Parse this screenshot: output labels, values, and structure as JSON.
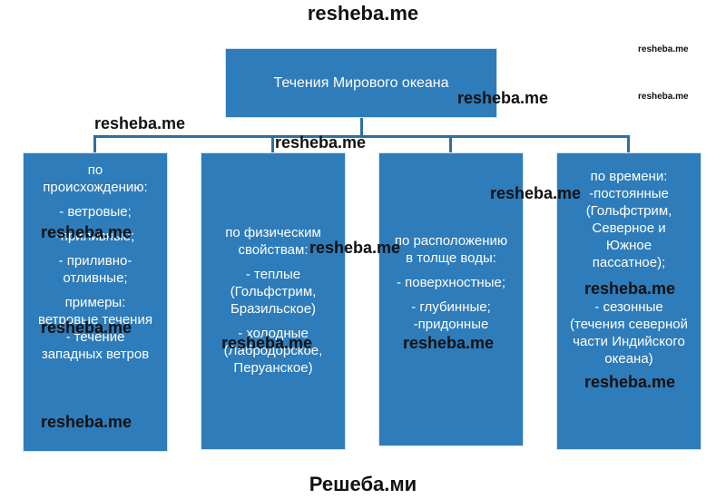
{
  "watermarks": {
    "top": "resheba.me",
    "bottom": "Решеба.ми",
    "overlay": "resheba.me"
  },
  "diagram": {
    "root": "Течения Мирового океана",
    "branches": [
      {
        "items": [
          "по\nпроисхождению:",
          "- ветровые;",
          "-приливные;",
          "- приливно-\nотливные;",
          "примеры:\nветровые течения\n- течение\nзападных ветров"
        ]
      },
      {
        "items": [
          "по физическим\nсвойствам:",
          "- теплые\n(Гольфстрим,\nБразильское)",
          "- холодные\n(Лабродорское,\nПеруанское)"
        ]
      },
      {
        "items": [
          "по расположению\nв толще воды:",
          "- поверхностные;",
          "- глубинные;\n-придонные"
        ]
      },
      {
        "items": [
          "по времени:\n-постоянные\n(Гольфстрим,\nСеверное и\nЮжное\nпассатное);",
          "- сезонные\n(течения северной\nчасти Индийского\nокеана)"
        ]
      }
    ]
  }
}
